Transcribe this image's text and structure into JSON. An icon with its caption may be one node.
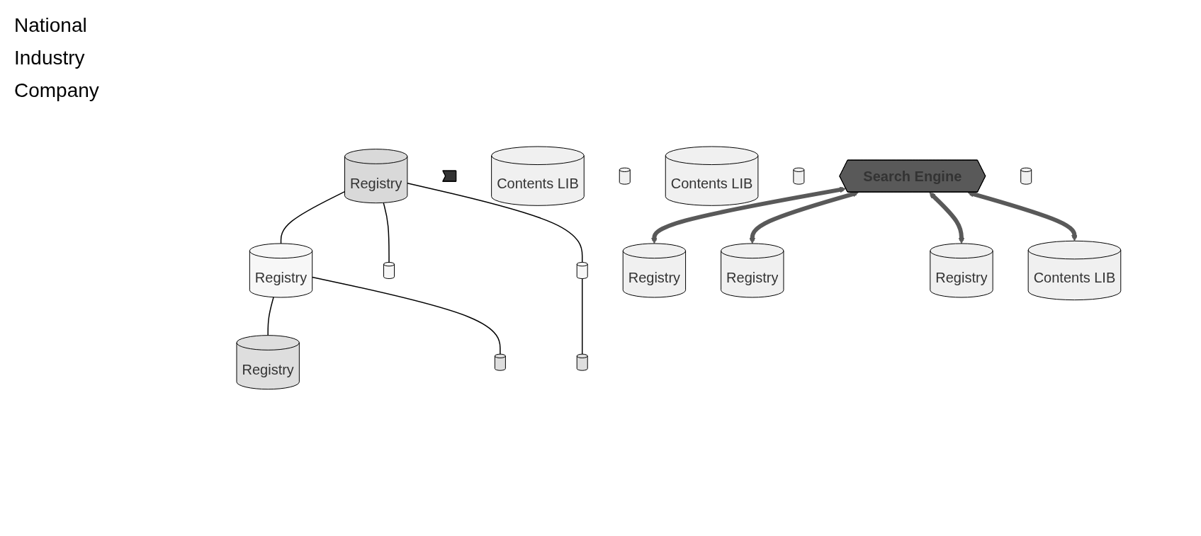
{
  "diagram": {
    "nodes": [
      {
        "text": [
          "Registry"
        ]
      },
      {
        "text": [
          "Registry"
        ]
      },
      {
        "text": [],
        "shape": "cylinder"
      },
      {
        "text": [],
        "shape": "cylinder"
      },
      {
        "text": [
          "Registry"
        ]
      },
      {
        "text": [],
        "shape": "cylinder"
      },
      {
        "text": [],
        "shape": "cylinder"
      },
      {
        "text": [],
        "shape": "arrow"
      },
      {
        "text": [
          "Contents LIB"
        ]
      },
      {
        "text": [],
        "shape": "cylinder"
      },
      {
        "text": [
          "Contents LIB"
        ]
      },
      {
        "text": [
          "Registry"
        ]
      },
      {
        "text": [],
        "shape": "cylinder"
      },
      {
        "text": [
          "Registry"
        ]
      },
      {
        "text": [
          "Registry"
        ]
      },
      {
        "text": [
          "Search Engine"
        ]
      },
      {
        "text": [
          "Contents LIB"
        ]
      },
      {
        "text": [],
        "shape": "cylinder"
      }
    ],
    "edges": [
      {
        "from": 0,
        "to": 1,
        "arrow": "none"
      },
      {
        "from": 0,
        "to": 2,
        "arrow": "none"
      },
      {
        "from": 0,
        "to": 3,
        "arrow": "none"
      },
      {
        "from": 1,
        "to": 4,
        "arrow": "none"
      },
      {
        "from": 1,
        "to": 5,
        "arrow": "none"
      },
      {
        "from": 3,
        "to": 6,
        "arrow": "none"
      },
      {
        "from": 15,
        "to": 11,
        "arrow": "both",
        "style": "thick",
        "color": "#595959"
      },
      {
        "from": 15,
        "to": 13,
        "arrow": "both",
        "style": "thick",
        "color": "#595959"
      },
      {
        "from": 15,
        "to": 14,
        "arrow": "both",
        "style": "thick",
        "color": "#595959"
      },
      {
        "from": 15,
        "to": 16,
        "arrow": "both",
        "style": "thick",
        "color": "#595959"
      }
    ],
    "labels": [
      "National",
      "Industry",
      "Company"
    ]
  }
}
